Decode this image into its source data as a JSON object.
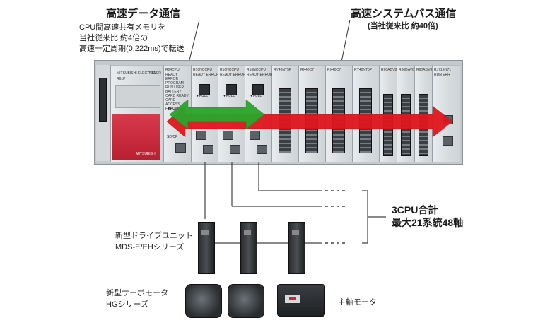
{
  "headings": {
    "high_speed_data": "高速データ通信",
    "high_speed_data_note": [
      "CPU間高速共有メモリを",
      "当社従来比 約4倍の",
      "高速一定周期(0.222ms)で転送"
    ],
    "high_speed_bus": "高速システムバス通信",
    "high_speed_bus_note": "(当社従来比 約40倍)"
  },
  "callout": {
    "line1": "3CPU合計",
    "line2": "最大21系統48軸"
  },
  "drive_unit": {
    "line1": "新型ドライブユニット",
    "line2": "MDS-E/EHシリーズ"
  },
  "servo_motor": {
    "line1": "新型サーボモータ",
    "line2": "HGシリーズ"
  },
  "spindle_motor": "主軸モータ",
  "plc_labels": {
    "brand": "MITSUBISHI ELECTRIC",
    "model": "R61P",
    "power": "POWER",
    "cpu_module": "R04CPU",
    "cpu_status": "READY ERROR PROGRAM RUN USER BATTERY CARD READY CARD ACCESS FUNCTION",
    "cnc1": "R16NCCPU",
    "cnc2": "R16NCCPU",
    "cnc3": "R16NCCPU",
    "cnc_status": "READY ERROR",
    "full": "▼FULL",
    "io1": "RY40NT5P",
    "io2": "RX40C7",
    "io3": "RX40C7",
    "io4": "RY40NT5P",
    "io5": "R60ADV8",
    "io6": "R60DAV8",
    "io7": "R60ADV8",
    "io8": "RJ71EN71",
    "comm_status": "RUN ERR",
    "sd": "SD/CF",
    "red_panel": "MITSUBISHI"
  },
  "colors": {
    "green_arrow": "#2aa52a",
    "red_arrow": "#e0161e",
    "psu_red": "#c8283a"
  }
}
